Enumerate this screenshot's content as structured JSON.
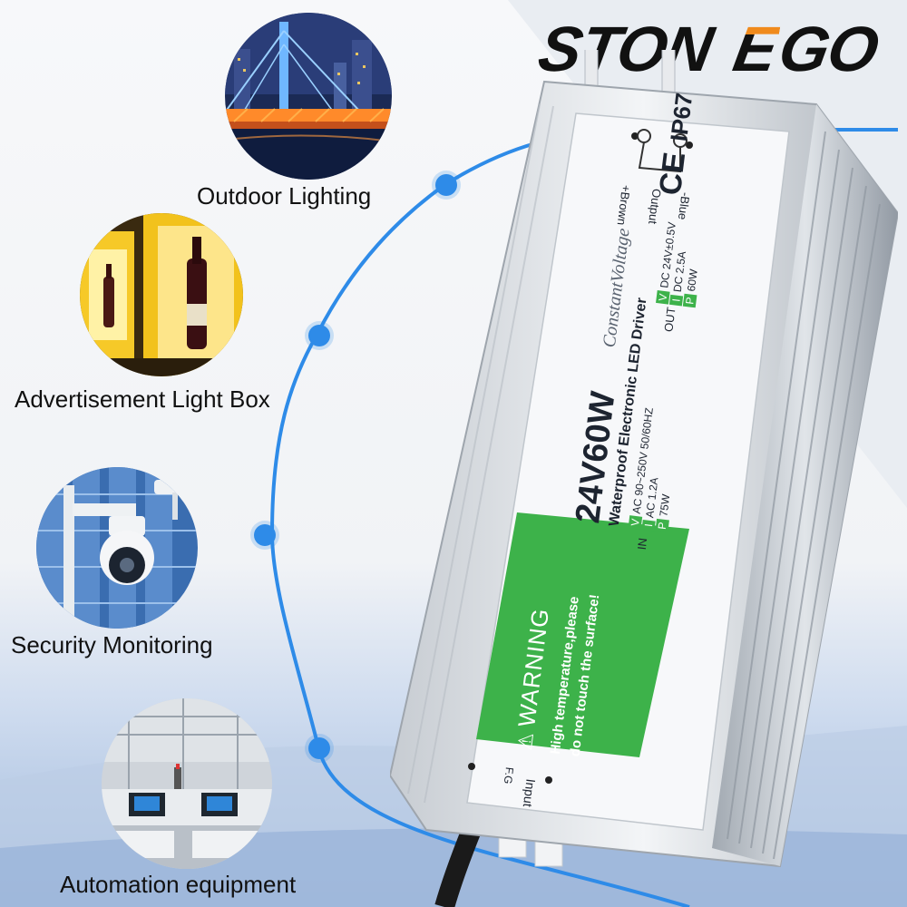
{
  "brand": {
    "part1": "STON",
    "part2": "E",
    "part3": "GO",
    "accent_color": "#f08a1c"
  },
  "applications": [
    {
      "label": "Outdoor Lighting",
      "icon": "bridge-night-icon"
    },
    {
      "label": "Advertisement Light Box",
      "icon": "wine-lightbox-icon"
    },
    {
      "label": "Security Monitoring",
      "icon": "security-camera-icon"
    },
    {
      "label": "Automation equipment",
      "icon": "factory-line-icon"
    }
  ],
  "colors": {
    "arc": "#2e8be8",
    "warning_green": "#3db24a"
  },
  "product": {
    "model": "24V60W",
    "script_line": "ConstantVoltage",
    "type_line": "Waterproof Electronic LED Driver",
    "input_specs": [
      {
        "tag": "V",
        "text": "AC 90~250V 50/60HZ"
      },
      {
        "tag": "I",
        "text": "AC 1.2A"
      },
      {
        "tag": "P",
        "text": "75W"
      }
    ],
    "input_prefix": "IN",
    "output_prefix": "OUT",
    "output_specs": [
      {
        "tag": "V",
        "text": "DC 24V±0.5V"
      },
      {
        "tag": "I",
        "text": "DC 2.5A"
      },
      {
        "tag": "P",
        "text": "60W"
      }
    ],
    "ce_mark": "CE",
    "ip_rating": "IP67",
    "output_label": "Output",
    "wire_brown": "+Brown",
    "wire_blue": "-Blue",
    "warning_title": "WARNING",
    "warning_line1": "High temperature,please",
    "warning_line2": "do not touch the surface!",
    "input_label": "Input",
    "fg_label": "F.G"
  }
}
